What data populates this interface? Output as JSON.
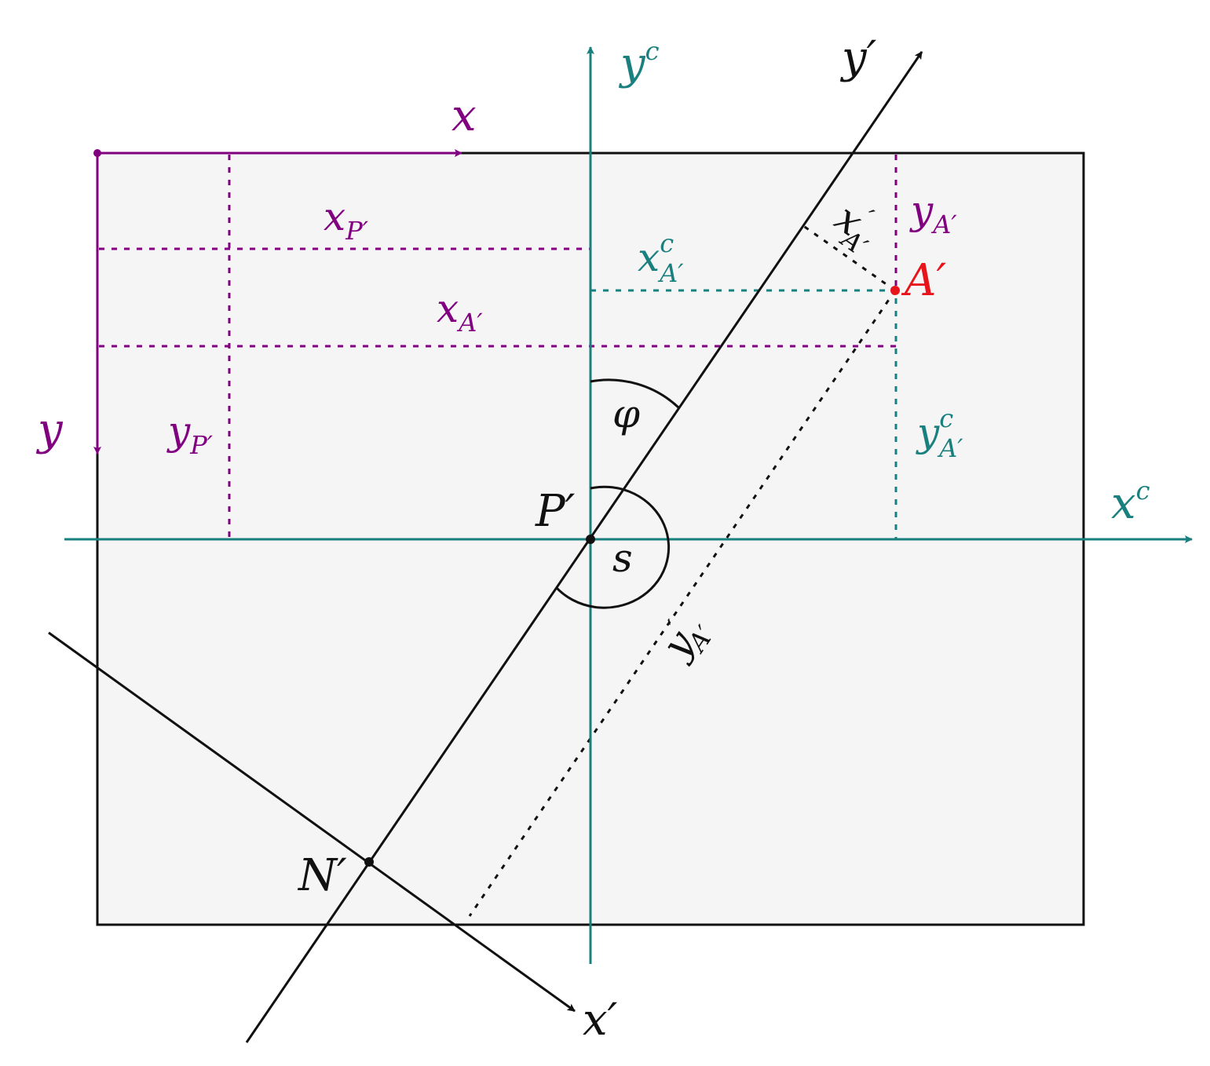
{
  "colors": {
    "purple": "#800080",
    "teal": "#1a7f7f",
    "black": "#111111",
    "red": "#e8141b",
    "frame_fill": "#f5f5f5"
  },
  "labels": {
    "x_axis": "x",
    "y_axis": "y",
    "yc_axis": {
      "base": "y",
      "sup": "c"
    },
    "xc_axis": {
      "base": "x",
      "sup": "c"
    },
    "y_prime_axis": "y′",
    "x_prime_axis": "x′",
    "x_P": {
      "base": "x",
      "sub": "P′"
    },
    "y_P": {
      "base": "y",
      "sub": "P′"
    },
    "x_A": {
      "base": "x",
      "sub": "A′"
    },
    "y_A": {
      "base": "y",
      "sub": "A′"
    },
    "xc_A": {
      "base": "x",
      "sup": "c",
      "sub": "A′"
    },
    "yc_A": {
      "base": "y",
      "sup": "c",
      "sub": "A′"
    },
    "xprime_A": {
      "base": "x",
      "sup": "′",
      "sub": "A′"
    },
    "yprime_A": {
      "base": "y",
      "sup": "′",
      "sub": "A′"
    },
    "phi": "φ",
    "s": "s",
    "P_prime": "P′",
    "N_prime": "N′",
    "A_prime": "A′"
  }
}
